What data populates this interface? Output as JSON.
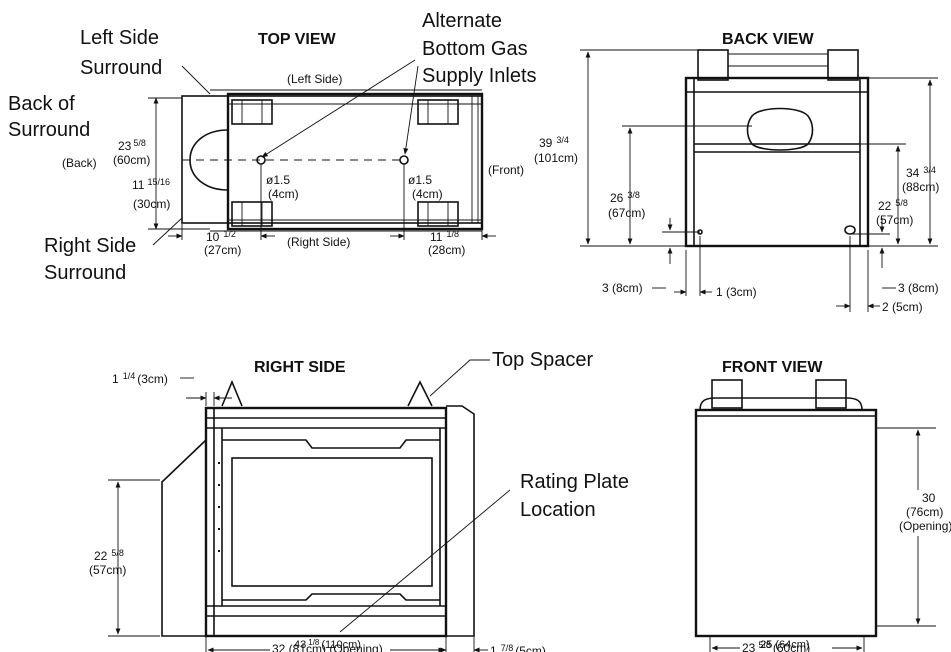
{
  "views": {
    "top_view": "TOP VIEW",
    "back_view": "BACK VIEW",
    "right_side": "RIGHT SIDE",
    "front_view": "FRONT VIEW"
  },
  "callouts": {
    "left_side_surround_1": "Left Side",
    "left_side_surround_2": "Surround",
    "back_of_surround_1": "Back of",
    "back_of_surround_2": "Surround",
    "right_side_surround_1": "Right Side",
    "right_side_surround_2": "Surround",
    "alt_inlets_1": "Alternate",
    "alt_inlets_2": "Bottom Gas",
    "alt_inlets_3": "Supply Inlets",
    "top_spacer": "Top Spacer",
    "rating_plate_1": "Rating Plate",
    "rating_plate_2": "Location"
  },
  "top_view": {
    "left_side": "(Left Side)",
    "right_side": "(Right Side)",
    "back": "(Back)",
    "front": "(Front)",
    "depth_whole": "23",
    "depth_frac": "5/8",
    "depth_cm": "(60cm)",
    "half_whole": "11",
    "half_frac": "15/16",
    "half_cm": "(30cm)",
    "inlet_left_dia": "ø1.5",
    "inlet_left_cm": "(4cm)",
    "inlet_right_dia": "ø1.5",
    "inlet_right_cm": "(4cm)",
    "left_offset_whole": "10",
    "left_offset_frac": "1/2",
    "left_offset_cm": "(27cm)",
    "right_offset_whole": "11",
    "right_offset_frac": "1/8",
    "right_offset_cm": "(28cm)"
  },
  "back_view": {
    "height_whole": "39",
    "height_frac": "3/4",
    "height_cm": "(101cm)",
    "vent_whole": "26",
    "vent_frac": "3/8",
    "vent_cm": "(67cm)",
    "right_height_whole": "34",
    "right_height_frac": "3/4",
    "right_height_cm": "(88cm)",
    "right_vent_whole": "22",
    "right_vent_frac": "5/8",
    "right_vent_cm": "(57cm)",
    "left_bottom": "3 (8cm)",
    "left_inset": "1 (3cm)",
    "right_bottom": "3 (8cm)",
    "right_inset": "2 (5cm)"
  },
  "right_side": {
    "spacer_whole": "1",
    "spacer_frac": "1/4",
    "spacer_cm": "(3cm)",
    "height_whole": "22",
    "height_frac": "5/8",
    "height_cm": "(57cm)",
    "opening": "32 (81cm) (Opening)",
    "front_whole": "1",
    "front_frac": "7/8",
    "front_cm": "(5cm)",
    "total_whole": "43",
    "total_frac": "1/8",
    "total_cm": "(110cm)"
  },
  "front_view": {
    "height_value": "30",
    "height_cm": "(76cm)",
    "height_note": "(Opening)",
    "inner_whole": "23",
    "inner_frac": "5/8",
    "inner_cm": "(60cm)",
    "outer": "25 (64cm)"
  }
}
